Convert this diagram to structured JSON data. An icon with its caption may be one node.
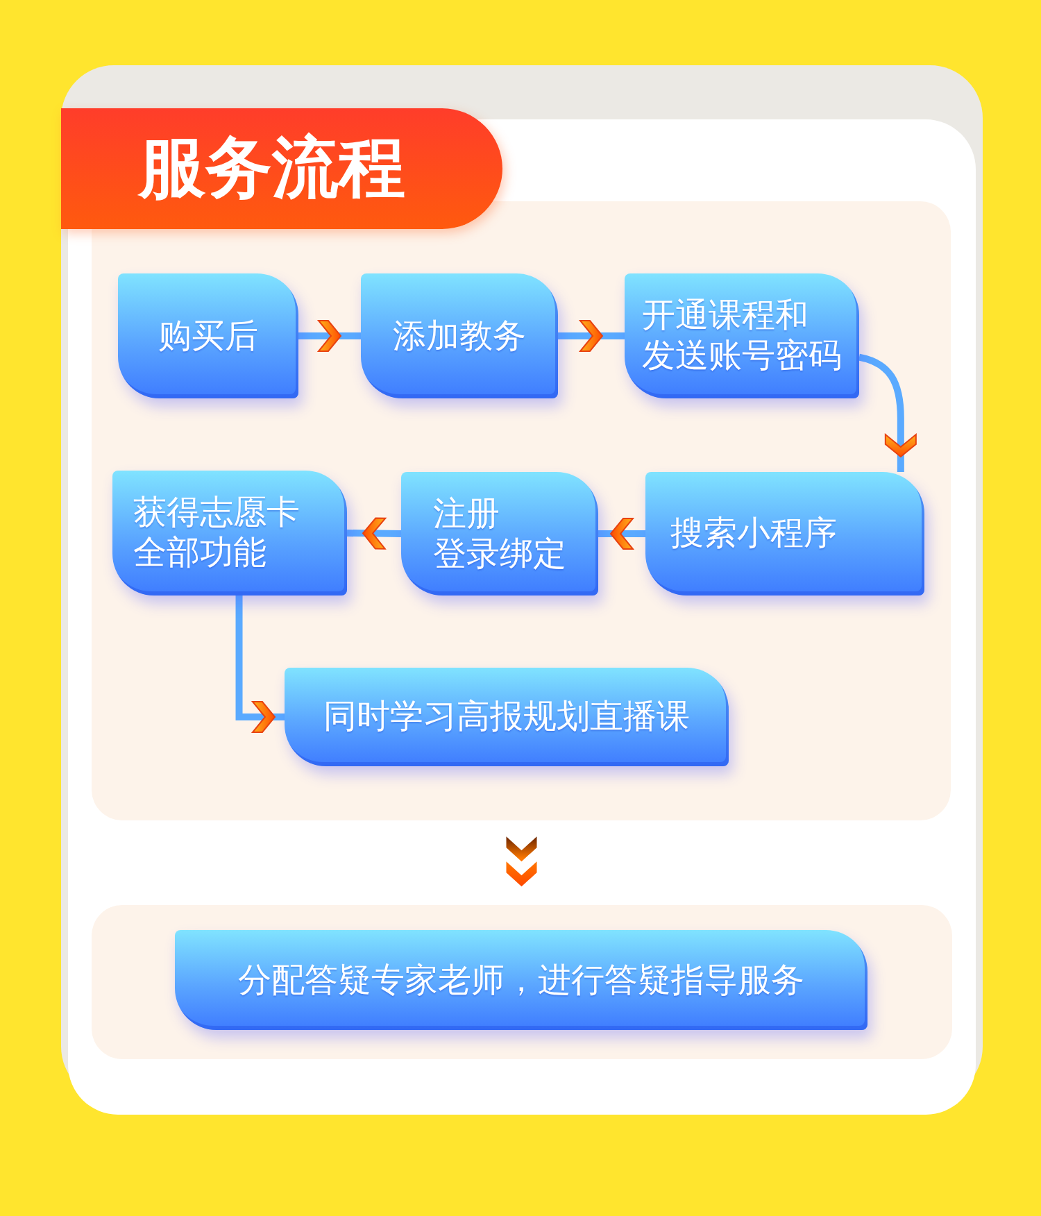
{
  "diagram": {
    "title": "服务流程",
    "nodes": [
      {
        "text": [],
        "shape": "box"
      },
      {
        "text": [
          "购买后"
        ],
        "in": 0
      },
      {
        "text": [
          "添加教务"
        ],
        "in": 0
      },
      {
        "text": [
          "开通课程和发送账号密码"
        ],
        "in": 0
      },
      {
        "text": [
          "搜索小程序"
        ],
        "in": 0
      },
      {
        "text": [
          "注册登录绑定"
        ],
        "in": 0
      },
      {
        "text": [
          "获得志愿卡全部功能"
        ],
        "in": 0
      },
      {
        "text": [
          "同时学习高报规划直播课"
        ],
        "in": 0
      },
      {
        "text": [],
        "shape": "box"
      },
      {
        "text": [
          "分配答疑专家老师，进行答疑指导服务"
        ],
        "in": 8
      }
    ],
    "edges": [
      {
        "from": 1,
        "to": 2,
        "arrow": "to"
      },
      {
        "from": 2,
        "to": 3,
        "arrow": "to"
      },
      {
        "from": 3,
        "to": 4,
        "arrow": "to"
      },
      {
        "from": 4,
        "to": 5,
        "arrow": "to"
      },
      {
        "from": 5,
        "to": 6,
        "arrow": "to"
      },
      {
        "from": 6,
        "to": 7,
        "arrow": "to"
      },
      {
        "from": 0,
        "to": 8,
        "arrow": "to"
      }
    ]
  }
}
